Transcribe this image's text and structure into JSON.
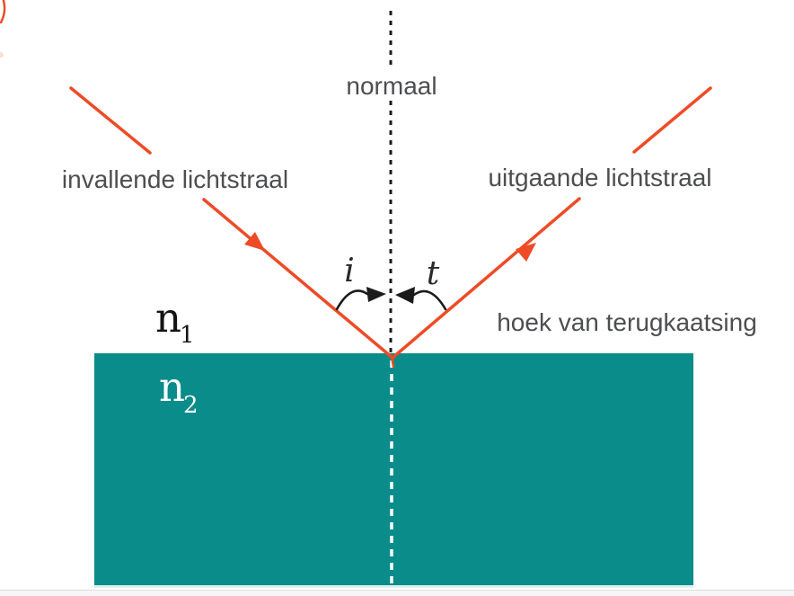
{
  "diagram": {
    "normal_label": "normaal",
    "incident_ray_label": "invallende lichtstraal",
    "outgoing_ray_label": "uitgaande lichtstraal",
    "reflection_angle_label": "hoek van terugkaatsing",
    "angle_of_incidence_symbol": "i",
    "angle_of_reflection_symbol": "t",
    "medium_above": {
      "symbol": "n",
      "subscript": "1"
    },
    "medium_below": {
      "symbol": "n",
      "subscript": "2"
    },
    "colors": {
      "ray_orange": "#EE4B26",
      "medium_teal": "#098C8A",
      "label_gray": "#4D4E50",
      "line_black": "#1B1B1B",
      "normal_below_white": "#FFFFFF",
      "surface_glow": "#DCF0EF",
      "bottom_strip": "#F6F6F6"
    }
  }
}
